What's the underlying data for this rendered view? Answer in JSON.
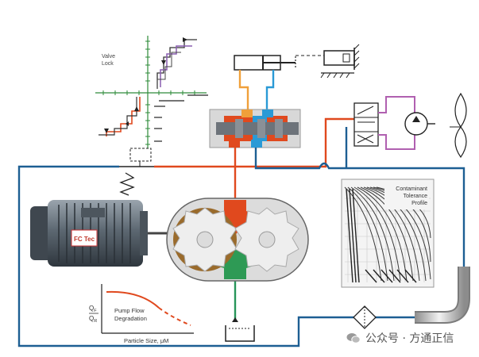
{
  "labels": {
    "valve_lock": [
      "Valve",
      "Lock"
    ],
    "contaminant_profile": [
      "Contaminant",
      "Tolerance",
      "Profile"
    ],
    "pump_flow": [
      "Pump Flow",
      "Degradation"
    ],
    "particle_size": "Particle Size, μM",
    "qf": "Q",
    "qf_sub": "F",
    "qr": "Q",
    "qr_sub": "R",
    "motor_brand": "FC Tec"
  },
  "watermark": {
    "text": "公众号 · 方通正信"
  },
  "colors": {
    "pressure_line": "#e0491e",
    "return_line": "#1d5f93",
    "suction_line": "#27955a",
    "pilot_orange": "#f0a03a",
    "pilot_blue": "#2a9ad6",
    "servo_line": "#b060b0",
    "motor_body": "#55606a",
    "gear_red": "#e0491e",
    "gear_brown": "#9a6b2c",
    "gear_green": "#2e9a55"
  }
}
